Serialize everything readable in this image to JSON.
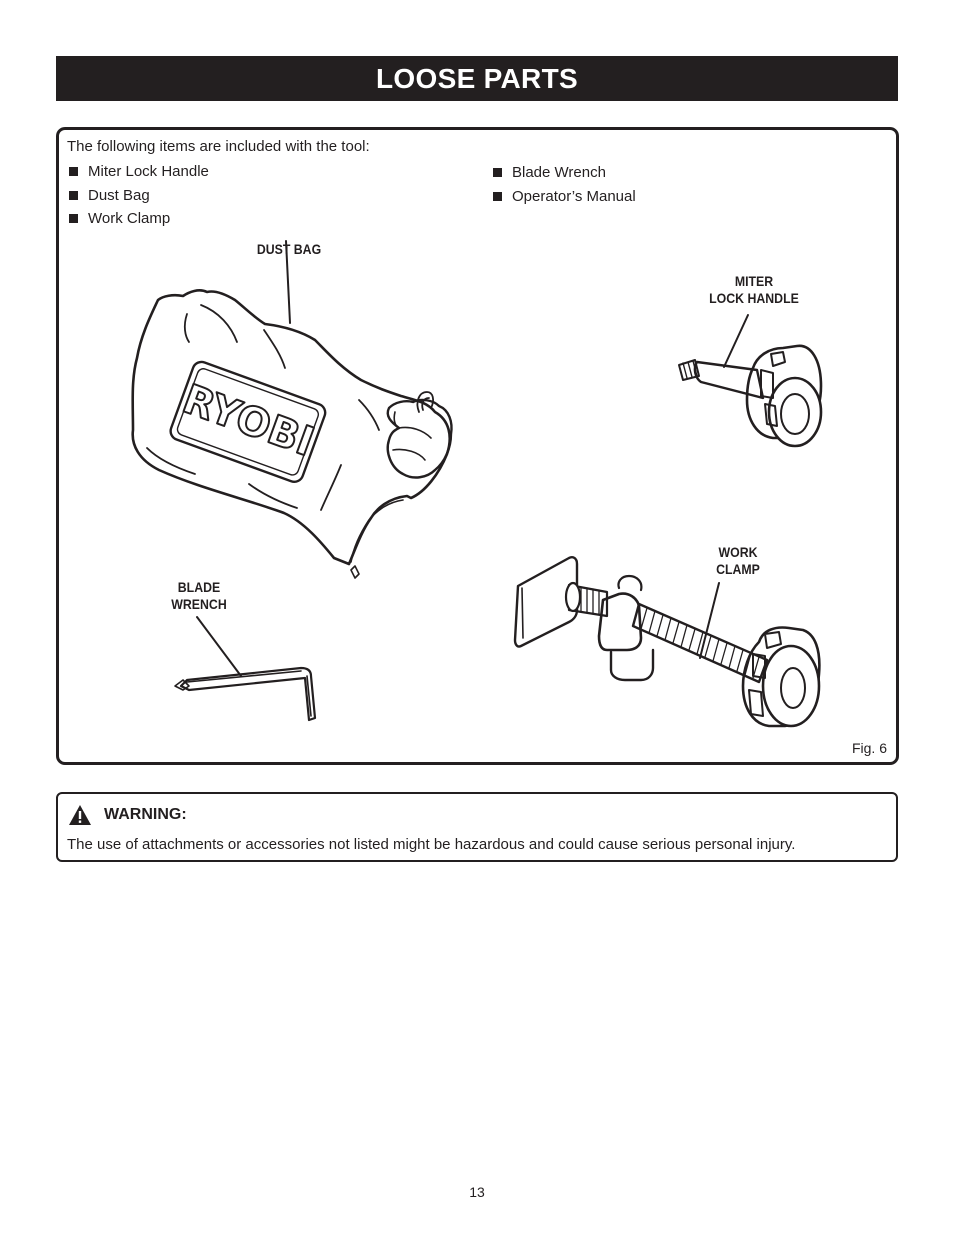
{
  "header": {
    "title": "LOOSE PARTS"
  },
  "figure": {
    "intro": "The following items are included with the tool:",
    "items_left": [
      "Miter Lock Handle",
      "Dust Bag",
      "Work Clamp"
    ],
    "items_right": [
      "Blade Wrench",
      "Operator’s Manual"
    ],
    "callouts": {
      "dust_bag": "DUST BAG",
      "miter_lock_handle": [
        "MITER",
        "LOCK HANDLE"
      ],
      "work_clamp": [
        "WORK",
        "CLAMP"
      ],
      "blade_wrench": [
        "BLADE",
        "WRENCH"
      ]
    },
    "logo_text": "RYOBI",
    "fig_label": "Fig. 6"
  },
  "warning": {
    "title": "WARNING:",
    "icon": "warning-triangle-icon",
    "text": "The use of attachments or accessories not listed might be hazardous and could cause serious personal injury."
  },
  "footer": {
    "page_number": "13"
  }
}
